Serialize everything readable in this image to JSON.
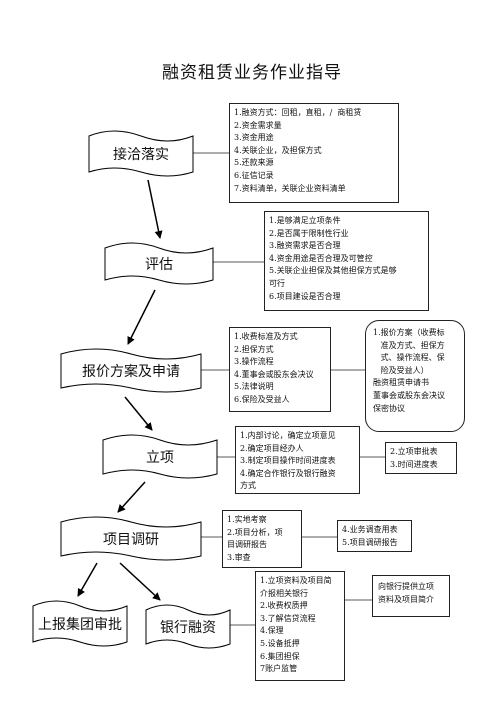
{
  "title": "融资租赁业务作业指导",
  "stages": [
    {
      "label": "接洽落实"
    },
    {
      "label": "评估"
    },
    {
      "label": "报价方案及申请"
    },
    {
      "label": "立项"
    },
    {
      "label": "项目调研"
    },
    {
      "label": "上报集团审批"
    },
    {
      "label": "银行融资"
    }
  ],
  "notes": {
    "n1": [
      "1.融资方式：回租，直租，/  商租赁",
      "2.资金需求量",
      "3.资金用途",
      "4.关联企业，及担保方式",
      "5.还款来源",
      "6.征信记录",
      "7.资料清单，关联企业资料清单"
    ],
    "n2": [
      "1.是够满足立项条件",
      "2.是否属于限制性行业",
      "3.融资需求是否合理",
      "4.资金用途是否合理及可管控",
      "5.关联企业担保及其他担保方式是够",
      "可行",
      "6.项目建设是否合理"
    ],
    "n3": [
      "1.收费标准及方式",
      "2.担保方式",
      "3.操作流程",
      "4.董事会或股东会决议",
      "5.法律说明",
      "6.保险及受益人"
    ],
    "n4": [
      "1.报价方案（收费标",
      "   准及方式、担保方",
      "   式、操作流程、保",
      "   险及受益人）",
      "融资租赁申请书",
      "董事会或股东会决议",
      "保密协议"
    ],
    "n5": [
      "1.内部讨论，确定立项意见",
      "2.确定项目经办人",
      "3.制定项目操作时间进度表",
      "4.确定合作银行及银行融资",
      "方式"
    ],
    "n6": [
      "2.立项审批表",
      "3.时间进度表"
    ],
    "n7": [
      "1.实地考察",
      "2.项目分析，项",
      "目调研报告",
      "3.审查"
    ],
    "n8": [
      "4.业务调查用表",
      "5.项目调研报告"
    ],
    "n9": [
      "1.立项资料及项目简",
      "介报相关银行",
      "2.收费权质押",
      "3.了解信贷流程",
      "4.保理",
      "5.设备抵押",
      "6.集团担保",
      "7账户监管"
    ],
    "n10": [
      "向银行提供立项",
      "资料及项目简介"
    ]
  }
}
